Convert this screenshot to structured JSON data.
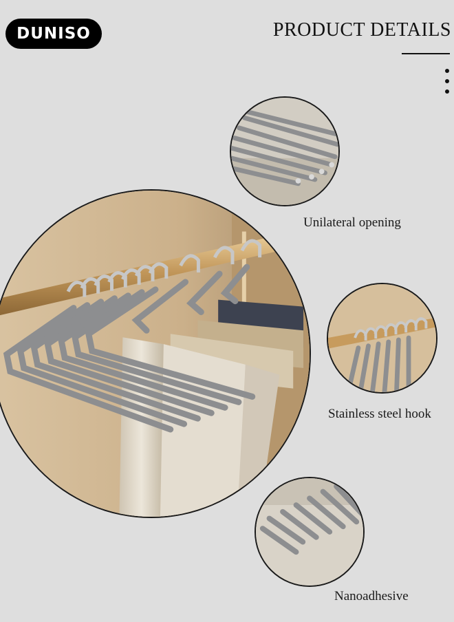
{
  "brand": {
    "logo_text": "DUNISO"
  },
  "header": {
    "title": "PRODUCT DETAILS"
  },
  "menu": {
    "icon": "kebab-menu-icon"
  },
  "features": [
    {
      "label": "Unilateral opening"
    },
    {
      "label": "Stainless steel hook"
    },
    {
      "label": "Nanoadhesive"
    }
  ],
  "colors": {
    "background": "#dedede",
    "hanger_gray": "#8a8b8d",
    "rod_gold": "#c9a56b",
    "trousers_beige": "#d8d0c2"
  }
}
